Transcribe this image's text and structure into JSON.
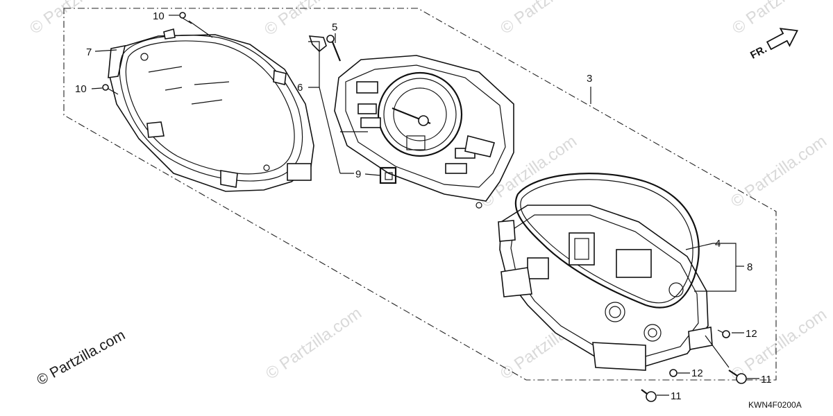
{
  "watermarks": [
    {
      "text": "© Partzilla.com"
    },
    {
      "text": "© Partzilla.com"
    },
    {
      "text": "© Partzilla.com"
    },
    {
      "text": "© Partzilla.com"
    },
    {
      "text": "© Partzilla.com"
    },
    {
      "text": "© Partzilla.com"
    },
    {
      "text": "© Partzilla.com"
    },
    {
      "text": "© Partzilla.com"
    },
    {
      "text": "© Partzilla.com"
    }
  ],
  "main_watermark": "© Partzilla.com",
  "direction_label": "FR.",
  "diagram_code": "KWN4F0200A",
  "callouts": {
    "c10a": "10",
    "c10b": "10",
    "c7": "7",
    "c5": "5",
    "c6": "6",
    "c3": "3",
    "c9": "9",
    "c4": "4",
    "c8": "8",
    "c12a": "12",
    "c12b": "12",
    "c11a": "11",
    "c11b": "11"
  }
}
